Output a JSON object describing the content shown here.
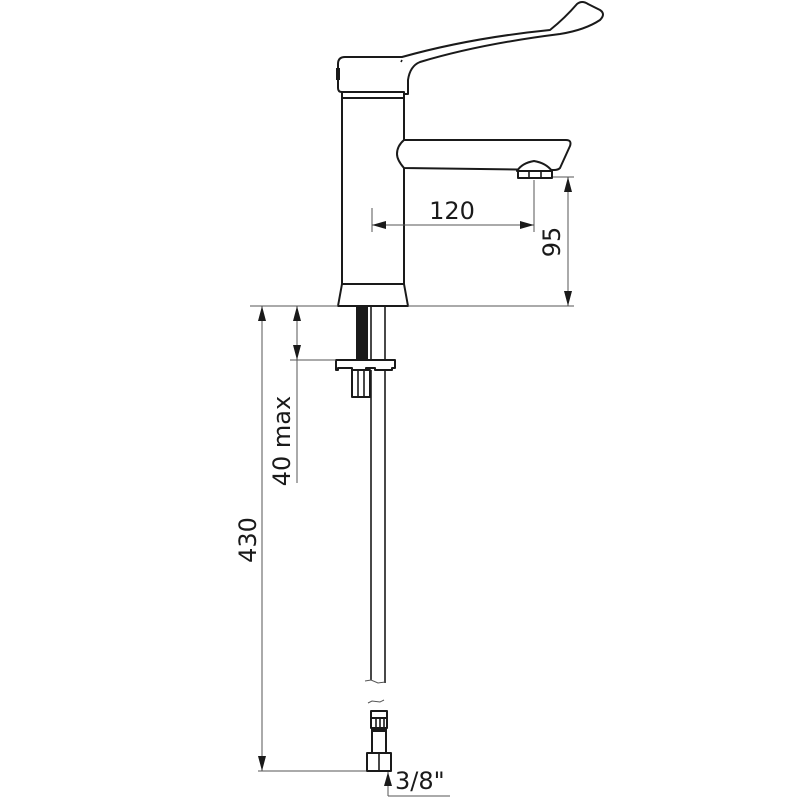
{
  "drawing": {
    "type": "faucet-technical-dimension-drawing",
    "line_color": "#1a1a1a",
    "dimension_line_color": "#555555",
    "background": "#ffffff"
  },
  "dimensions": {
    "spout_reach": "120",
    "spout_height": "95",
    "deck_thickness": "40 max",
    "total_flex_length": "430",
    "connection_thread": "3/8\""
  }
}
